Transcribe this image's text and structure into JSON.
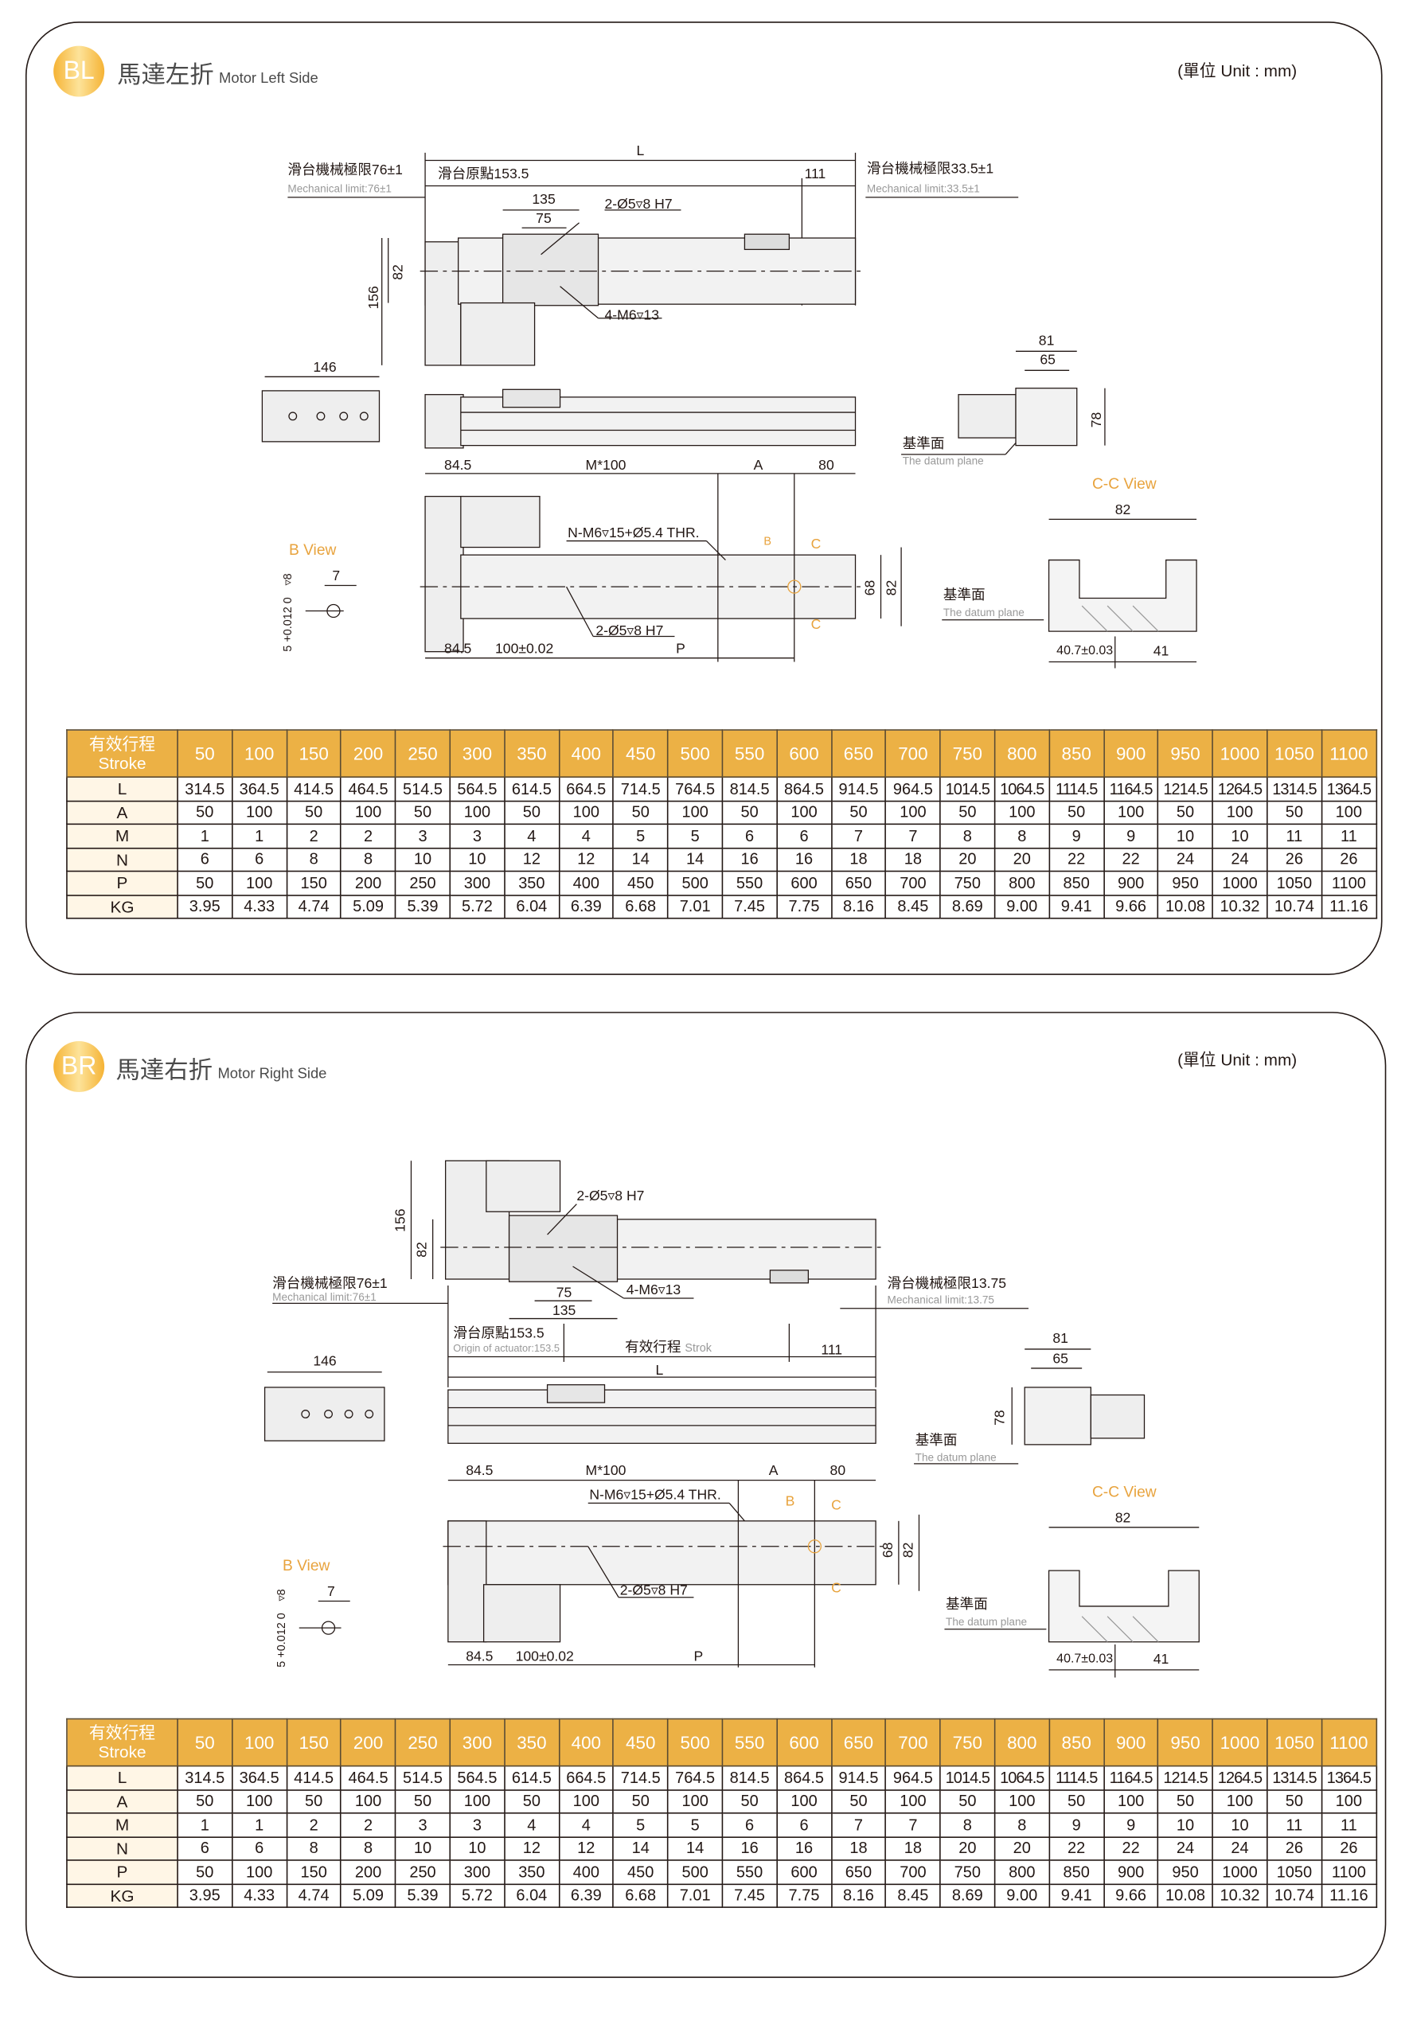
{
  "bl": {
    "badge": "BL",
    "title": "馬達左折",
    "subtitle": "Motor Left Side",
    "unit": "(單位 Unit : mm)",
    "labels": {
      "L": "L",
      "mech_left": "滑台機械極限76±1",
      "mech_left_en": "Mechanical limit:76±1",
      "origin": "滑台原點153.5",
      "d111": "111",
      "mech_right": "滑台機械極限33.5±1",
      "mech_right_en": "Mechanical limit:33.5±1",
      "d135": "135",
      "d75": "75",
      "pin": "2-Ø5▿8 H7",
      "tap": "4-M6▿13",
      "d82": "82",
      "d156": "156",
      "d146": "146",
      "d81": "81",
      "d65": "65",
      "d78": "78",
      "datum": "基準面",
      "datum_en": "The datum plane",
      "d84a": "84.5",
      "m100": "M*100",
      "A": "A",
      "d80": "80",
      "thr": "N-M6▿15+Ø5.4 THR.",
      "B": "B",
      "C1": "C",
      "C2": "C",
      "d68": "68",
      "d82b": "82",
      "pin2": "2-Ø5▿8 H7",
      "d84b": "84.5",
      "pitch": "100±0.02",
      "P": "P",
      "bview": "B View",
      "bdepth": "▿8",
      "b7": "7",
      "btol": "5 +0.012 0",
      "ccview": "C-C View",
      "cc82": "82",
      "cdatum": "基準面",
      "cdatum_en": "The datum plane",
      "c407": "40.7±0.03",
      "c41": "41"
    }
  },
  "br": {
    "badge": "BR",
    "title": "馬達右折",
    "subtitle": "Motor Right Side",
    "unit": "(單位 Unit : mm)",
    "labels": {
      "d156": "156",
      "d82": "82",
      "pin": "2-Ø5▿8 H7",
      "mech_left": "滑台機械極限76±1",
      "mech_left_en": "Mechanical limit:76±1",
      "mech_right": "滑台機械極限13.75",
      "mech_right_en": "Mechanical limit:13.75",
      "d75": "75",
      "tap": "4-M6▿13",
      "d135": "135",
      "origin": "滑台原點153.5",
      "origin_en": "Origin of actuator:153.5",
      "stroke": "有效行程",
      "stroke_en": "Strok",
      "d111": "111",
      "L": "L",
      "d146": "146",
      "d81": "81",
      "d65": "65",
      "d78": "78",
      "datum": "基準面",
      "datum_en": "The datum plane",
      "d84a": "84.5",
      "m100": "M*100",
      "A": "A",
      "d80": "80",
      "thr": "N-M6▿15+Ø5.4 THR.",
      "B": "B",
      "C1": "C",
      "C2": "C",
      "d68": "68",
      "d82b": "82",
      "pin2": "2-Ø5▿8 H7",
      "d84b": "84.5",
      "pitch": "100±0.02",
      "P": "P",
      "bview": "B View",
      "bdepth": "▿8",
      "b7": "7",
      "btol": "5 +0.012 0",
      "ccview": "C-C View",
      "cc82": "82",
      "cdatum": "基準面",
      "cdatum_en": "The datum plane",
      "c407": "40.7±0.03",
      "c41": "41"
    }
  },
  "table": {
    "header_zh": "有效行程",
    "header_en": "Stroke",
    "strokes": [
      "50",
      "100",
      "150",
      "200",
      "250",
      "300",
      "350",
      "400",
      "450",
      "500",
      "550",
      "600",
      "650",
      "700",
      "750",
      "800",
      "850",
      "900",
      "950",
      "1000",
      "1050",
      "1100"
    ],
    "rows": [
      {
        "label": "L",
        "values": [
          "314.5",
          "364.5",
          "414.5",
          "464.5",
          "514.5",
          "564.5",
          "614.5",
          "664.5",
          "714.5",
          "764.5",
          "814.5",
          "864.5",
          "914.5",
          "964.5",
          "1014.5",
          "1064.5",
          "1114.5",
          "1164.5",
          "1214.5",
          "1264.5",
          "1314.5",
          "1364.5"
        ]
      },
      {
        "label": "A",
        "values": [
          "50",
          "100",
          "50",
          "100",
          "50",
          "100",
          "50",
          "100",
          "50",
          "100",
          "50",
          "100",
          "50",
          "100",
          "50",
          "100",
          "50",
          "100",
          "50",
          "100",
          "50",
          "100"
        ]
      },
      {
        "label": "M",
        "values": [
          "1",
          "1",
          "2",
          "2",
          "3",
          "3",
          "4",
          "4",
          "5",
          "5",
          "6",
          "6",
          "7",
          "7",
          "8",
          "8",
          "9",
          "9",
          "10",
          "10",
          "11",
          "11"
        ]
      },
      {
        "label": "N",
        "values": [
          "6",
          "6",
          "8",
          "8",
          "10",
          "10",
          "12",
          "12",
          "14",
          "14",
          "16",
          "16",
          "18",
          "18",
          "20",
          "20",
          "22",
          "22",
          "24",
          "24",
          "26",
          "26"
        ]
      },
      {
        "label": "P",
        "values": [
          "50",
          "100",
          "150",
          "200",
          "250",
          "300",
          "350",
          "400",
          "450",
          "500",
          "550",
          "600",
          "650",
          "700",
          "750",
          "800",
          "850",
          "900",
          "950",
          "1000",
          "1050",
          "1100"
        ]
      },
      {
        "label": "KG",
        "values": [
          "3.95",
          "4.33",
          "4.74",
          "5.09",
          "5.39",
          "5.72",
          "6.04",
          "6.39",
          "6.68",
          "7.01",
          "7.45",
          "7.75",
          "8.16",
          "8.45",
          "8.69",
          "9.00",
          "9.41",
          "9.66",
          "10.08",
          "10.32",
          "10.74",
          "11.16"
        ]
      }
    ]
  },
  "colors": {
    "accent": "#ecb145",
    "orange_text": "#e8a33d",
    "label_bg": "#fff6e6"
  }
}
